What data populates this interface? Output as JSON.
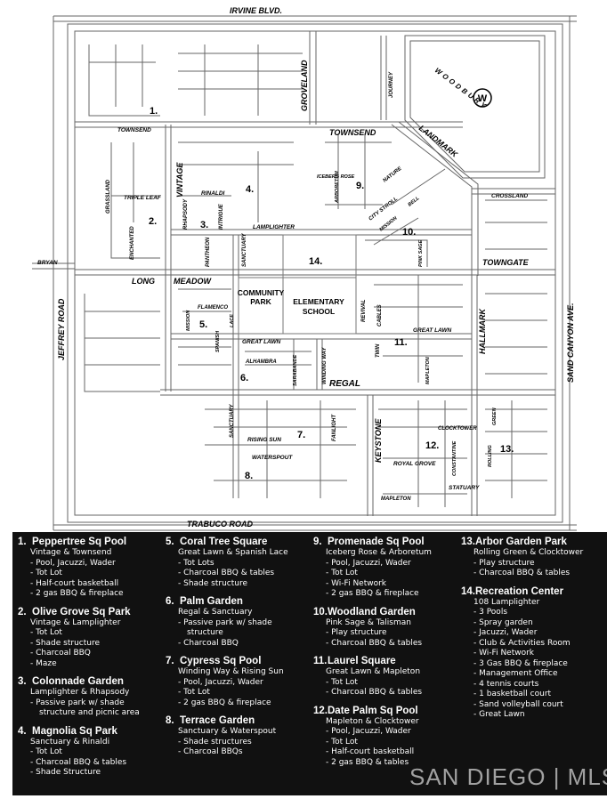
{
  "streets": {
    "irvine_blvd": "IRVINE BLVD.",
    "groveland": "GROVELAND",
    "journey": "JOURNEY",
    "woodbury": "WOODBURY",
    "townsend_left": "TOWNSEND",
    "townsend_right": "TOWNSEND",
    "landmark": "LANDMARK",
    "vintage": "VINTAGE",
    "grassland": "GRASSLAND",
    "triple_leaf": "TRIPLE LEAF",
    "rinaldi": "RINALDI",
    "rhapsody": "RHAPSODY",
    "intrigue": "INTRIGUE",
    "iceberg_rose": "ICEBERG ROSE",
    "arboretum": "ARBORETUM",
    "nature": "NATURE",
    "city_stroll": "CITY STROLL",
    "crossland": "CROSSLAND",
    "mission": "MISSION",
    "bell": "BELL",
    "enchanted": "ENCHANTED",
    "lamplighter": "LAMPLIGHTER",
    "pantheon": "PANTHEON",
    "sanctuary_top": "SANCTUARY",
    "pink_sage": "PINK SAGE",
    "bryan": "BRYAN",
    "towngate": "TOWNGATE",
    "long": "LONG",
    "meadow": "MEADOW",
    "jeffrey_road": "JEFFREY ROAD",
    "sand_canyon": "SAND CANYON AVE.",
    "hallmark": "HALLMARK",
    "mission_lower": "MISSION",
    "flamenco": "FLAMENCO",
    "spanish": "SPANISH",
    "lace": "LACE",
    "revival": "REVIVAL",
    "cables": "CABLES",
    "twin": "TWIN",
    "great_lawn_left": "GREAT LAWN",
    "great_lawn_right": "GREAT LAWN",
    "winding_way": "WINDING WAY",
    "alhambra": "ALHAMBRA",
    "sarabande": "SARABANDE",
    "mapleton_right": "MAPLETON",
    "regal": "REGAL",
    "clocktower": "CLOCKTOWER",
    "green": "GREEN",
    "sanctuary_bottom": "SANCTUARY",
    "rising_sun": "RISING SUN",
    "fanlight": "FANLIGHT",
    "keystone": "KEYSTONE",
    "constantine": "CONSTANTINE",
    "rolling": "ROLLING",
    "waterspout": "WATERSPOUT",
    "royal_grove": "ROYAL GROVE",
    "statuary": "STATUARY",
    "mapleton_bottom": "MAPLETON",
    "trabuco_road": "TRABUCO ROAD"
  },
  "places": {
    "community_park_1": "COMMUNITY",
    "community_park_2": "PARK",
    "elementary_1": "ELEMENTARY",
    "elementary_2": "SCHOOL"
  },
  "markers": {
    "m1": "1.",
    "m2": "2.",
    "m3": "3.",
    "m4": "4.",
    "m5": "5.",
    "m6": "6.",
    "m7": "7.",
    "m8": "8.",
    "m9": "9.",
    "m10": "10.",
    "m11": "11.",
    "m12": "12.",
    "m13": "13.",
    "m14": "14."
  },
  "legend": {
    "col1": [
      {
        "num": "1.",
        "title": "Peppertree Sq Pool",
        "sub": "Vintage & Townsend",
        "items": [
          "Pool, Jacuzzi, Wader",
          "Tot Lot",
          "Half-court basketball",
          "2 gas BBQ & fireplace"
        ]
      },
      {
        "num": "2.",
        "title": "Olive Grove Sq Park",
        "sub": "Vintage & Lamplighter",
        "items": [
          "Tot Lot",
          "Shade structure",
          "Charcoal BBQ",
          "Maze"
        ]
      },
      {
        "num": "3.",
        "title": "Colonnade Garden",
        "sub": "Lamplighter & Rhapsody",
        "items": [
          "Passive park w/ shade",
          "structure and picnic area"
        ]
      },
      {
        "num": "4.",
        "title": "Magnolia Sq Park",
        "sub": "Sanctuary & Rinaldi",
        "items": [
          "Tot Lot",
          "Charcoal BBQ & tables",
          "Shade Structure"
        ]
      }
    ],
    "col2": [
      {
        "num": "5.",
        "title": "Coral Tree Square",
        "sub": "Great Lawn & Spanish Lace",
        "items": [
          "Tot Lots",
          "Charcoal BBQ & tables",
          "Shade structure"
        ]
      },
      {
        "num": "6.",
        "title": "Palm Garden",
        "sub": "Regal & Sanctuary",
        "items": [
          "Passive park w/ shade",
          "structure",
          "Charcoal BBQ"
        ]
      },
      {
        "num": "7.",
        "title": "Cypress Sq Pool",
        "sub": "Winding Way & Rising Sun",
        "items": [
          "Pool, Jacuzzi, Wader",
          "Tot Lot",
          "2 gas BBQ & fireplace"
        ]
      },
      {
        "num": "8.",
        "title": "Terrace Garden",
        "sub": "Sanctuary & Waterspout",
        "items": [
          "Shade structures",
          "Charcoal BBQs"
        ]
      }
    ],
    "col3": [
      {
        "num": "9.",
        "title": "Promenade Sq Pool",
        "sub": "Iceberg Rose & Arboretum",
        "items": [
          "Pool, Jacuzzi, Wader",
          "Tot Lot",
          "Wi-Fi Network",
          "2 gas BBQ & fireplace"
        ]
      },
      {
        "num": "10.",
        "title": "Woodland Garden",
        "sub": "Pink Sage & Talisman",
        "items": [
          "Play structure",
          "Charcoal BBQ & tables"
        ]
      },
      {
        "num": "11.",
        "title": "Laurel Square",
        "sub": "Great Lawn & Mapleton",
        "items": [
          "Tot Lot",
          "Charcoal BBQ & tables"
        ]
      },
      {
        "num": "12.",
        "title": "Date Palm Sq Pool",
        "sub": "Mapleton & Clocktower",
        "items": [
          "Pool, Jacuzzi, Wader",
          "Tot Lot",
          "Half-court basketball",
          "2 gas BBQ & tables"
        ]
      }
    ],
    "col4": [
      {
        "num": "13.",
        "title": "Arbor Garden Park",
        "sub": "Rolling Green & Clocktower",
        "items": [
          "Play structure",
          "Charcoal BBQ & tables"
        ]
      },
      {
        "num": "14.",
        "title": "Recreation Center",
        "sub": "108 Lamplighter",
        "items": [
          "3 Pools",
          "Spray garden",
          "Jacuzzi, Wader",
          "Club & Activities Room",
          "Wi-Fi Network",
          "3 Gas BBQ & fireplace",
          "Management Office",
          "4 tennis courts",
          "1 basketball court",
          "Sand volleyball court",
          "Great Lawn"
        ]
      }
    ]
  },
  "watermark": "SAN DIEGO | MLS"
}
